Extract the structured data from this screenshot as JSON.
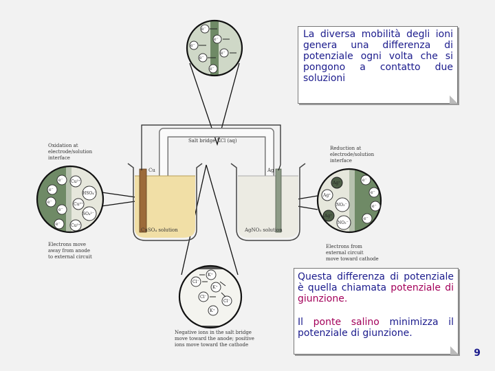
{
  "notes": {
    "top": "La diversa mobilità degli ioni genera una differenza di potenziale ogni volta che si pongono a contatto due soluzioni",
    "bottom_p1_a": "Questa differenza di potenziale è quella chiamata ",
    "bottom_p1_hl": "potenziale di giunzione.",
    "bottom_p2_a": "Il ",
    "bottom_p2_hl": "ponte salino",
    "bottom_p2_b": " minimizza il potenziale di giunzione."
  },
  "page_number": "9",
  "diagram": {
    "salt_bridge": "Salt bridge KCl (aq)",
    "left_electrode": "Cu",
    "right_electrode": "Ag",
    "left_solution": "CuSO₄ solution",
    "right_solution": "AgNO₃ solution",
    "left_top_caption": [
      "Oxidation at",
      "electrode/solution",
      "interface"
    ],
    "right_top_caption": [
      "Reduction at",
      "electrode/solution",
      "interface"
    ],
    "left_bottom_caption": [
      "Electrons move",
      "away from anode",
      "to external circuit"
    ],
    "right_bottom_caption": [
      "Electrons from",
      "external circuit",
      "move toward cathode"
    ],
    "bottom_caption": [
      "Negative ions in the salt bridge",
      "move toward the anode; positive",
      "ions move toward the cathode"
    ],
    "ions": {
      "electron": "e⁻",
      "cu": "Cu²⁺",
      "hso4": "HSO₄⁻",
      "so4": "SO₄²⁻",
      "ag": "Ag⁺",
      "no3": "NO₃⁻",
      "k": "K⁺",
      "cl": "Cl⁻"
    },
    "colors": {
      "left_solution": "#f1dfa6",
      "right_solution": "#ecebe3",
      "circle_dark": "#6f8a66",
      "circle_light": "#cfd8c7"
    }
  }
}
